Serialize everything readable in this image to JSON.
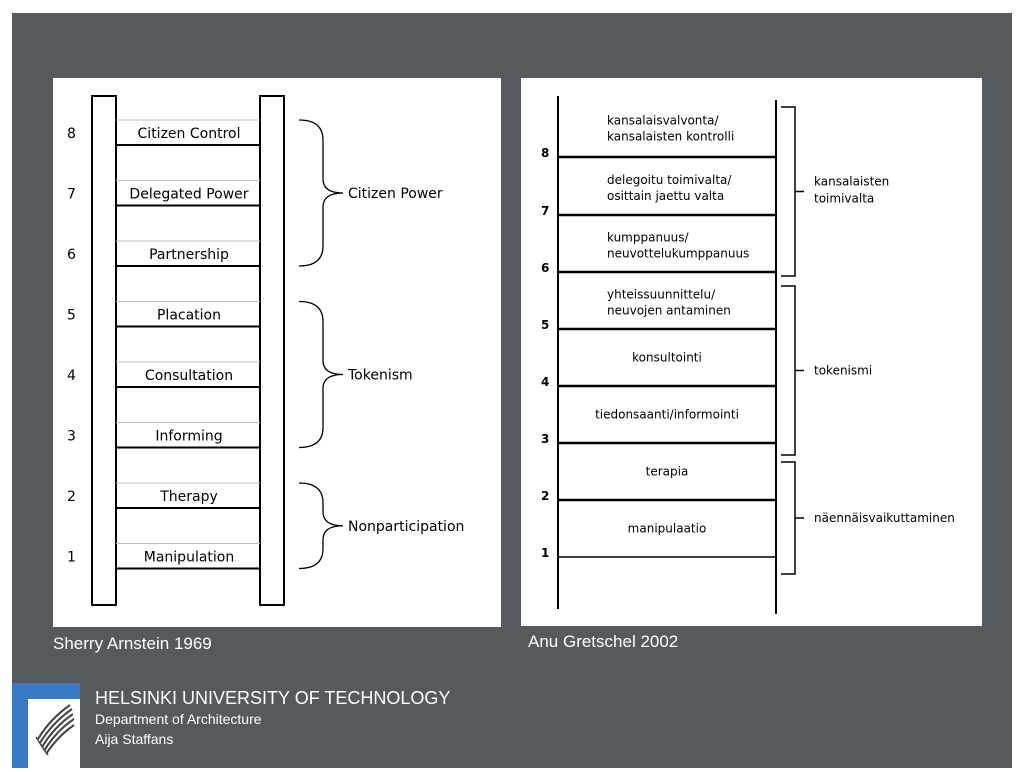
{
  "arnstein": {
    "caption": "Sherry Arnstein 1969",
    "rungs": [
      {
        "number": "8",
        "label": "Citizen Control"
      },
      {
        "number": "7",
        "label": "Delegated Power"
      },
      {
        "number": "6",
        "label": "Partnership"
      },
      {
        "number": "5",
        "label": "Placation"
      },
      {
        "number": "4",
        "label": "Consultation"
      },
      {
        "number": "3",
        "label": "Informing"
      },
      {
        "number": "2",
        "label": "Therapy"
      },
      {
        "number": "1",
        "label": "Manipulation"
      }
    ],
    "groups": [
      "Citizen Power",
      "Tokenism",
      "Nonparticipation"
    ]
  },
  "gretschel": {
    "caption": "Anu Gretschel 2002",
    "levels": [
      {
        "number": "8",
        "label_lines": [
          "kansalaisvalvonta/",
          "kansalaisten kontrolli"
        ]
      },
      {
        "number": "7",
        "label_lines": [
          "delegoitu toimivalta/",
          "osittain jaettu valta"
        ]
      },
      {
        "number": "6",
        "label_lines": [
          "kumppanuus/",
          "neuvottelukumppanuus"
        ]
      },
      {
        "number": "5",
        "label_lines": [
          "yhteissuunnittelu/",
          "neuvojen antaminen"
        ]
      },
      {
        "number": "4",
        "label_lines": [
          "konsultointi"
        ]
      },
      {
        "number": "3",
        "label_lines": [
          "tiedonsaanti/informointi"
        ]
      },
      {
        "number": "2",
        "label_lines": [
          "terapia"
        ]
      },
      {
        "number": "1",
        "label_lines": [
          "manipulaatio"
        ]
      }
    ],
    "groups": [
      {
        "label_lines": [
          "kansalaisten",
          "toimivalta"
        ]
      },
      {
        "label_lines": [
          "tokenismi"
        ]
      },
      {
        "label_lines": [
          "näennäisvaikuttaminen"
        ]
      }
    ]
  },
  "footer": {
    "university": "HELSINKI UNIVERSITY OF TECHNOLOGY",
    "department": "Department of Architecture",
    "author": "Aija Staffans"
  },
  "colors": {
    "background": "#545a5e",
    "logo_blue": "#3b79c4"
  }
}
